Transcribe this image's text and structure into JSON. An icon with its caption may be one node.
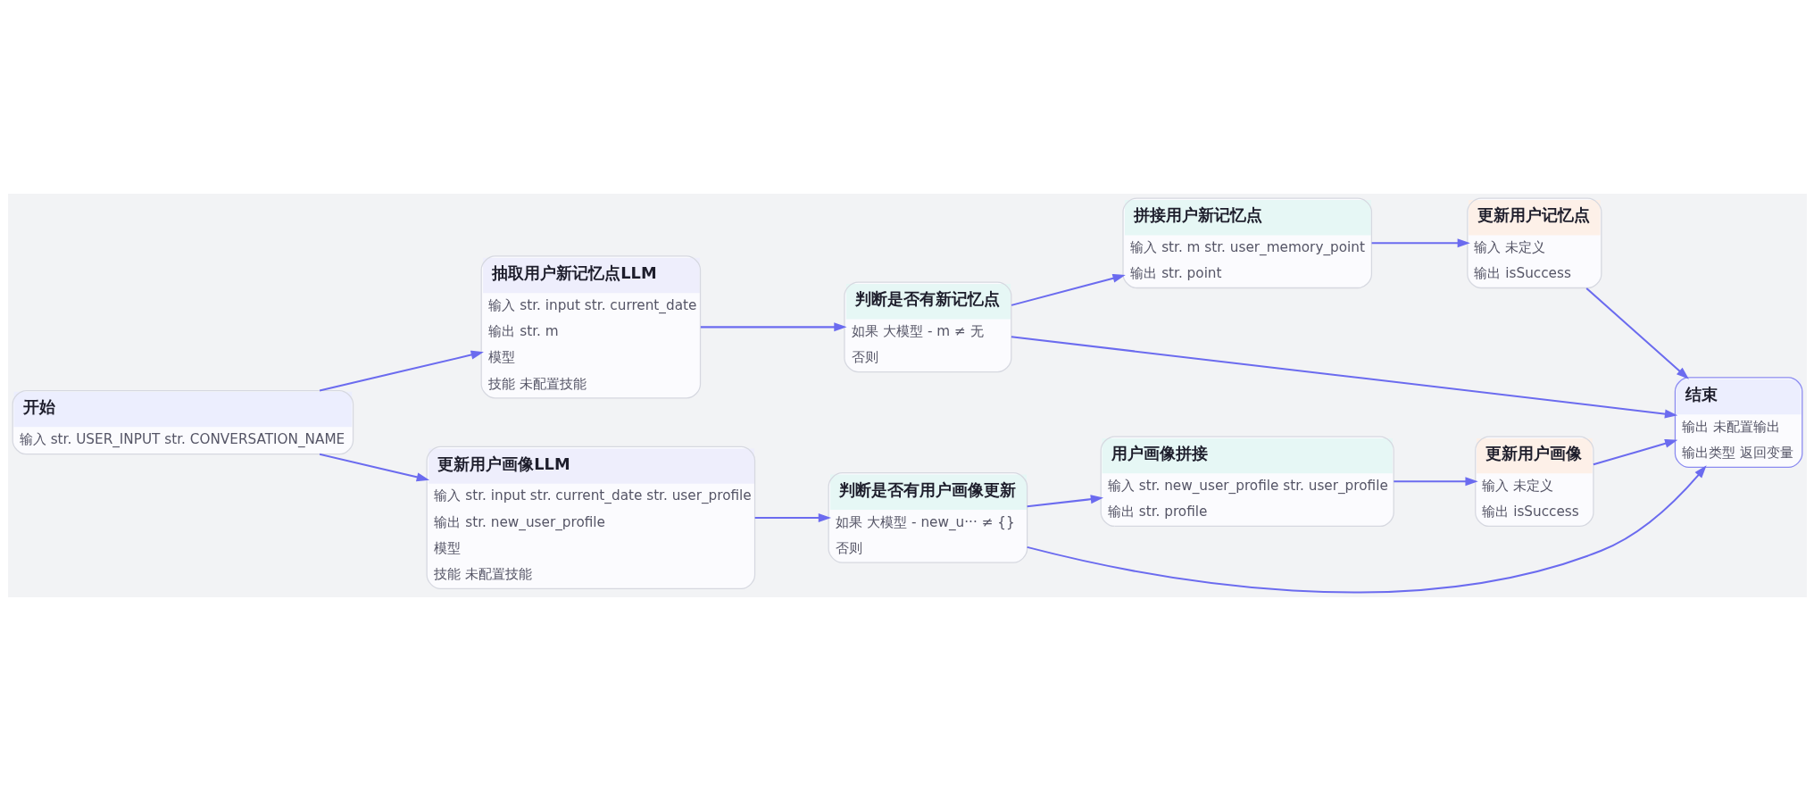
{
  "diagram": {
    "nodes": [
      {
        "text": [
          "开始",
          "输入 str. USER_INPUT str. CONVERSATION_NAME"
        ]
      },
      {
        "text": [
          "抽取用户新记忆点LLM",
          "输入 str. input str. current_date",
          "输出 str. m",
          "模型",
          "技能 未配置技能"
        ]
      },
      {
        "text": [
          "更新用户画像LLM",
          "输入 str. input str. current_date str. user_profile",
          "输出 str. new_user_profile",
          "模型",
          "技能 未配置技能"
        ]
      },
      {
        "text": [
          "判断是否有新记忆点",
          "如果 大模型 - m ≠ 无",
          "否则"
        ]
      },
      {
        "text": [
          "拼接用户新记忆点",
          "输入 str. m str. user_memory_point",
          "输出 str. point"
        ]
      },
      {
        "text": [
          "更新用户记忆点",
          "输入 未定义",
          "输出 isSuccess"
        ]
      },
      {
        "text": [
          "判断是否有用户画像更新",
          "如果 大模型 - new_u··· ≠ {}",
          "否则"
        ]
      },
      {
        "text": [
          "用户画像拼接",
          "输入 str. new_user_profile str. user_profile",
          "输出 str. profile"
        ]
      },
      {
        "text": [
          "更新用户画像",
          "输入 未定义",
          "输出 isSuccess"
        ]
      },
      {
        "text": [
          "结束",
          "输出 未配置输出",
          "输出类型 返回变量"
        ]
      }
    ],
    "edges": [
      {
        "from": 0,
        "to": 1,
        "arrow": "to"
      },
      {
        "from": 0,
        "to": 2,
        "arrow": "to"
      },
      {
        "from": 1,
        "to": 3,
        "arrow": "to"
      },
      {
        "from": 2,
        "to": 6,
        "arrow": "to"
      },
      {
        "from": 3,
        "to": 4,
        "arrow": "to"
      },
      {
        "from": 3,
        "to": 9,
        "arrow": "to"
      },
      {
        "from": 4,
        "to": 5,
        "arrow": "to"
      },
      {
        "from": 5,
        "to": 9,
        "arrow": "to"
      },
      {
        "from": 6,
        "to": 7,
        "arrow": "to"
      },
      {
        "from": 6,
        "to": 9,
        "arrow": "to"
      },
      {
        "from": 7,
        "to": 8,
        "arrow": "to"
      },
      {
        "from": 8,
        "to": 9,
        "arrow": "to"
      }
    ]
  }
}
